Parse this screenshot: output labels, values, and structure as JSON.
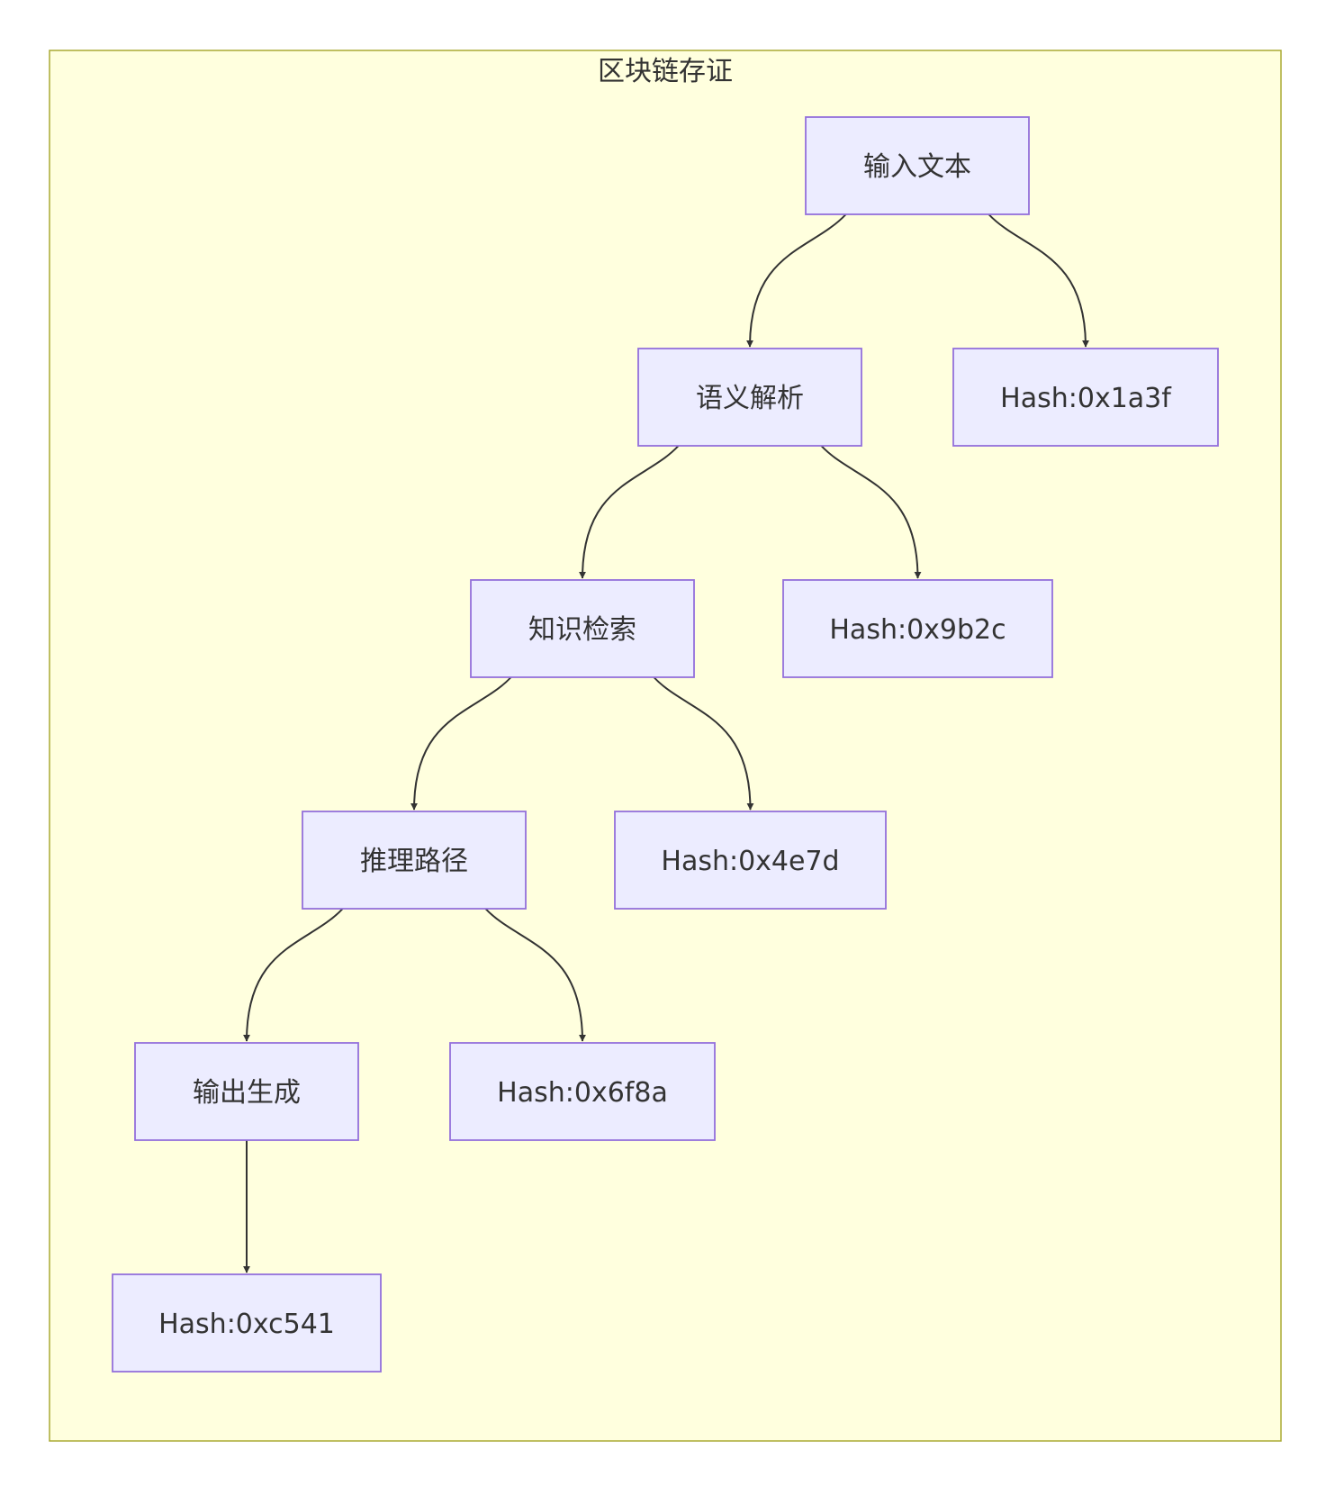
{
  "cluster": {
    "title": "区块链存证"
  },
  "nodes": [
    {
      "id": "A",
      "label": "输入文本"
    },
    {
      "id": "B",
      "label": "语义解析"
    },
    {
      "id": "H1",
      "label": "Hash:0x1a3f"
    },
    {
      "id": "C",
      "label": "知识检索"
    },
    {
      "id": "H2",
      "label": "Hash:0x9b2c"
    },
    {
      "id": "D",
      "label": "推理路径"
    },
    {
      "id": "H3",
      "label": "Hash:0x4e7d"
    },
    {
      "id": "E",
      "label": "输出生成"
    },
    {
      "id": "H4",
      "label": "Hash:0x6f8a"
    },
    {
      "id": "H5",
      "label": "Hash:0xc541"
    }
  ],
  "edges": [
    {
      "from": "A",
      "to": "B"
    },
    {
      "from": "A",
      "to": "H1"
    },
    {
      "from": "B",
      "to": "C"
    },
    {
      "from": "B",
      "to": "H2"
    },
    {
      "from": "C",
      "to": "D"
    },
    {
      "from": "C",
      "to": "H3"
    },
    {
      "from": "D",
      "to": "E"
    },
    {
      "from": "D",
      "to": "H4"
    },
    {
      "from": "E",
      "to": "H5"
    }
  ],
  "colors": {
    "cluster_fill": "#ffffde",
    "cluster_stroke": "#aaaa33",
    "node_fill": "#ececff",
    "node_stroke": "#9370db",
    "edge": "#333333",
    "text": "#333333"
  }
}
